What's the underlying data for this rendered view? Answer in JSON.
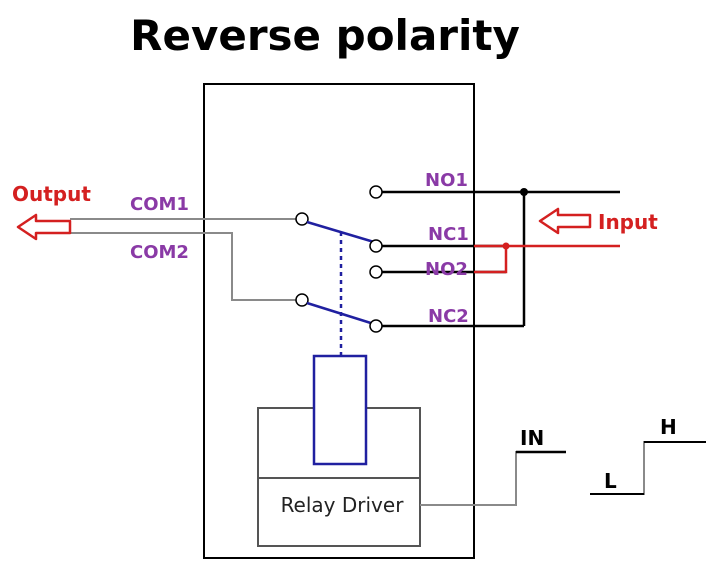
{
  "title": "Reverse polarity",
  "labels": {
    "output": "Output",
    "input": "Input",
    "com1": "COM1",
    "com2": "COM2",
    "no1": "NO1",
    "nc1": "NC1",
    "no2": "NO2",
    "nc2": "NC2",
    "driver": "Relay Driver",
    "in": "IN",
    "high": "H",
    "low": "L"
  },
  "colors": {
    "text": "#000000",
    "pin_label": "#8a3aa6",
    "accent_red": "#d42020",
    "switch_blue": "#2020a0",
    "wire_gray": "#8a8a8a"
  }
}
